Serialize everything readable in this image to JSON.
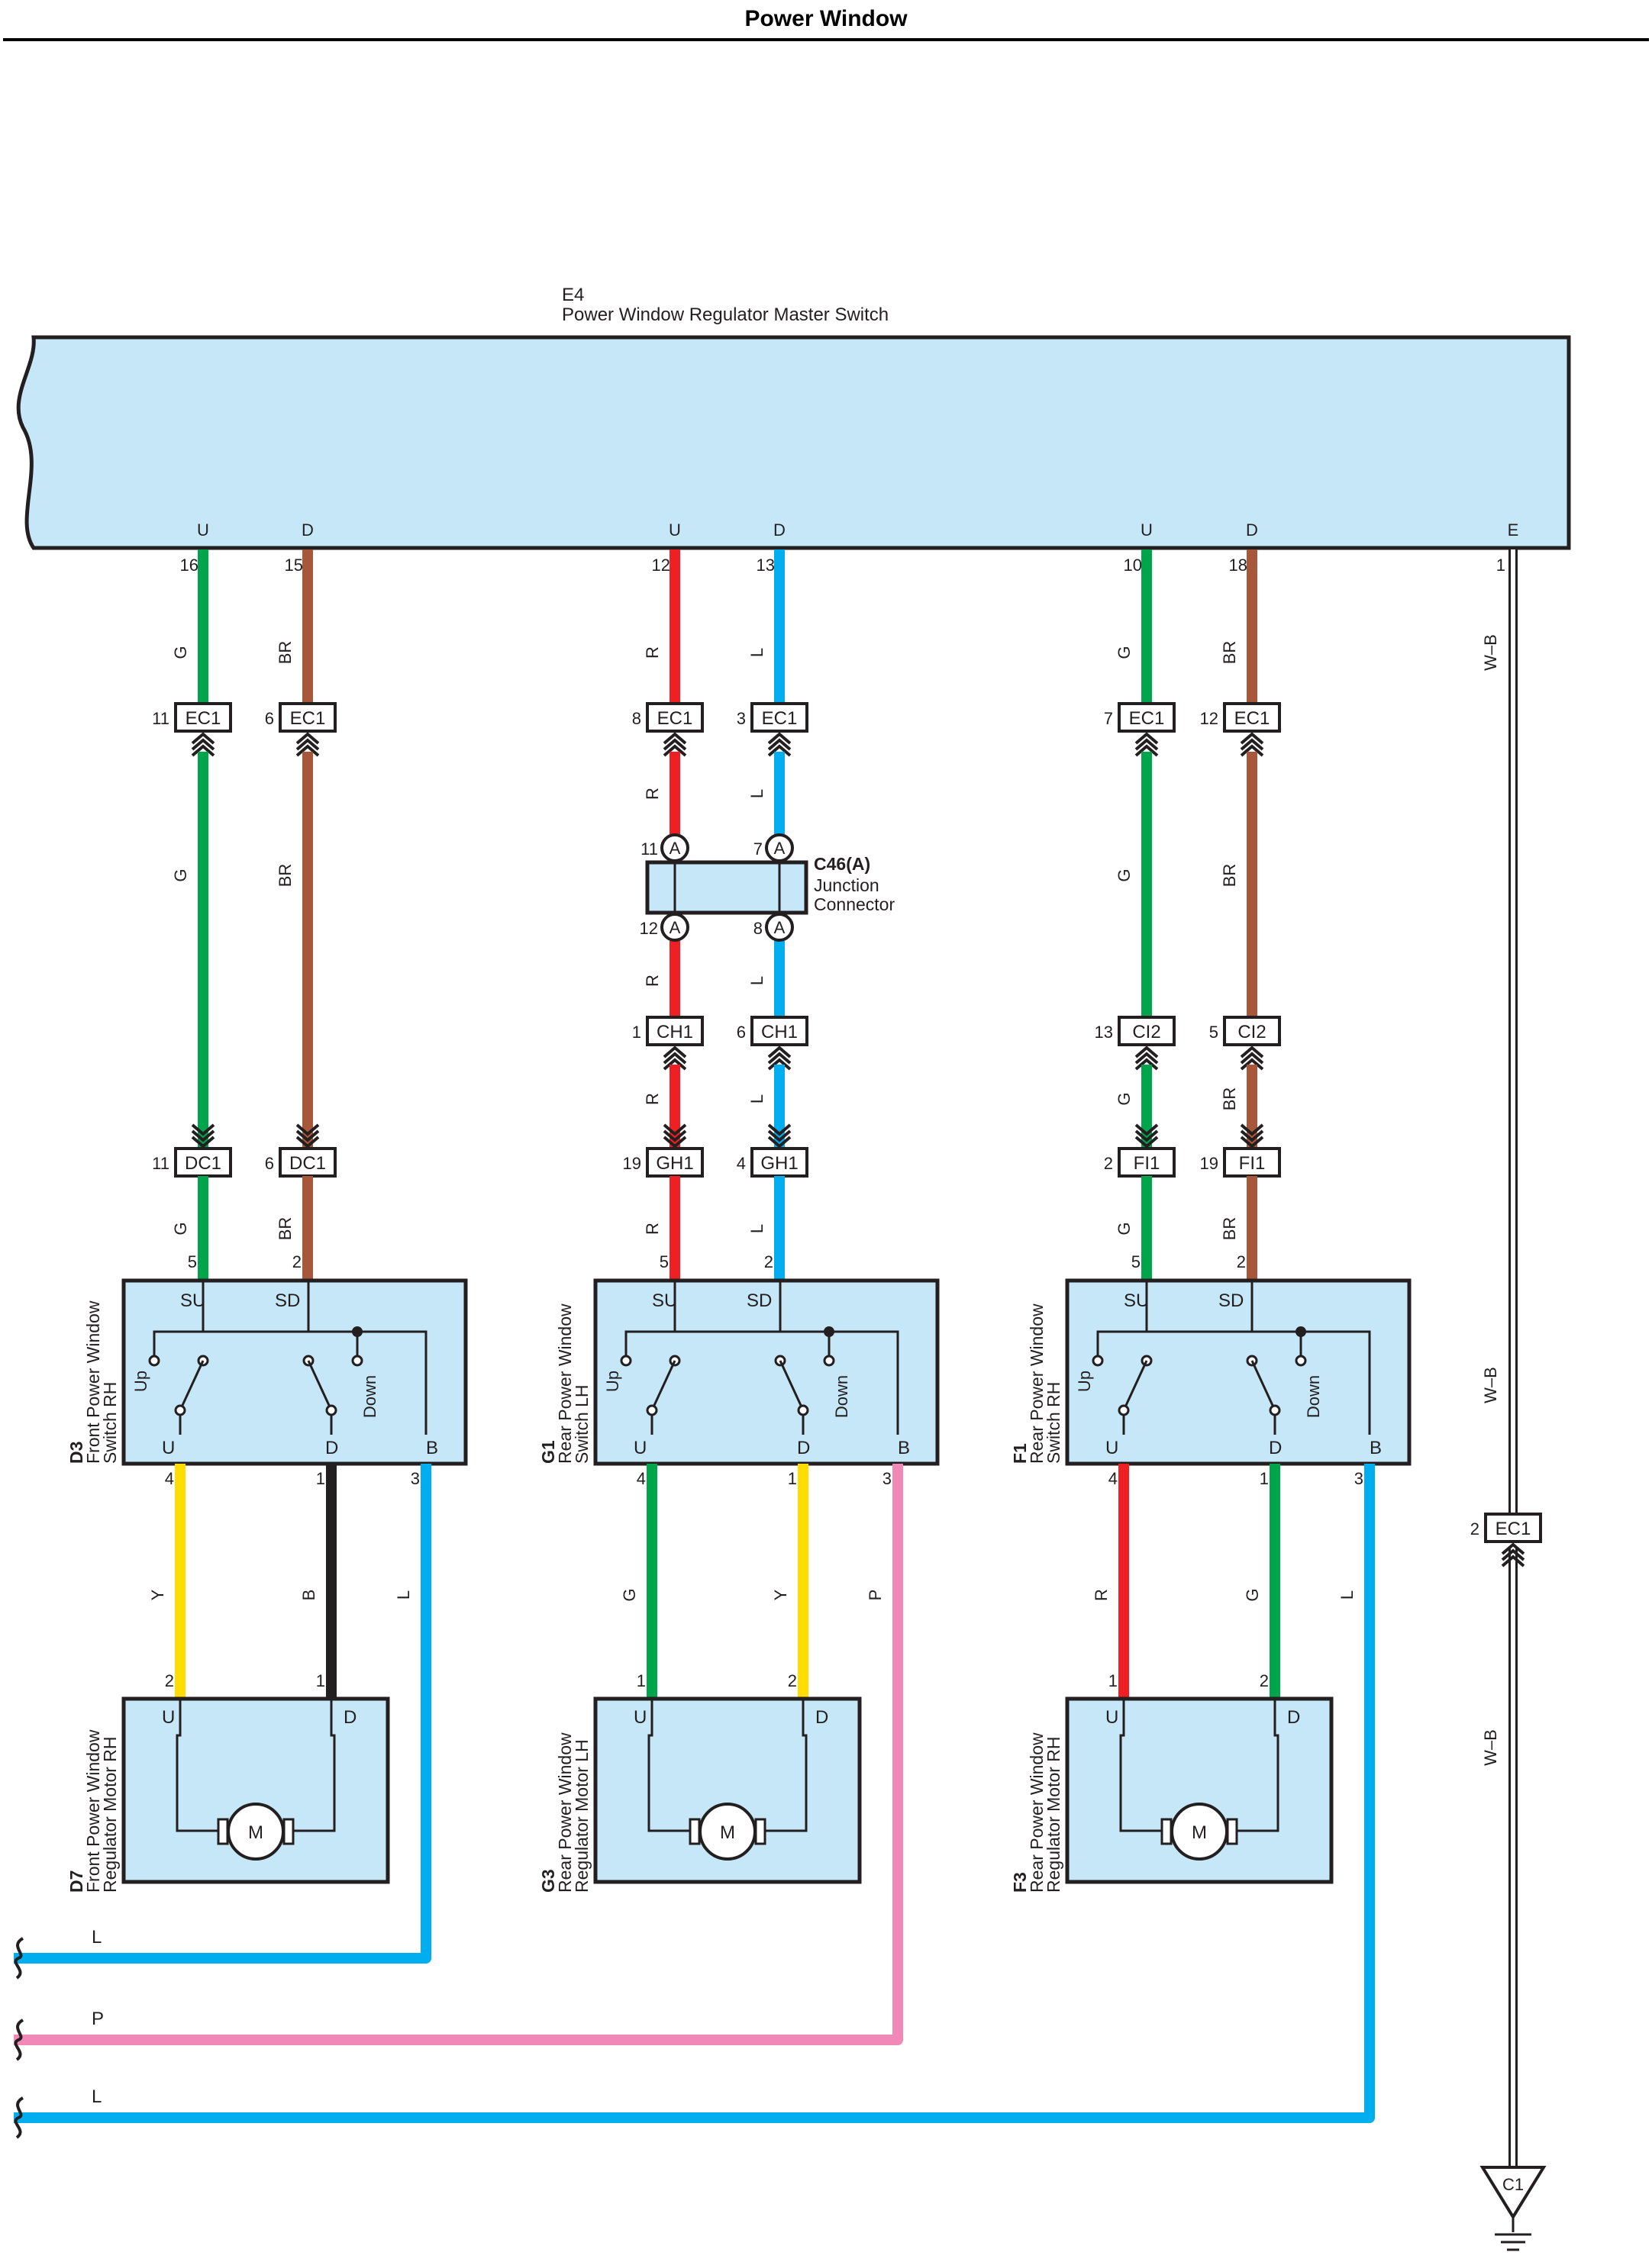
{
  "page": {
    "title": "Power Window"
  },
  "colors": {
    "G": "#00a44a",
    "BR": "#a8583a",
    "R": "#ee2024",
    "L": "#00aeef",
    "Y": "#ffdd00",
    "B": "#231f20",
    "P": "#f088b8",
    "WB": "#ffffff",
    "component_fill": "#c6e7f7",
    "outline": "#231f20"
  },
  "master": {
    "id": "E4",
    "name": "Power Window Regulator Master Switch",
    "pins": [
      "U",
      "D",
      "U",
      "D",
      "U",
      "D",
      "E"
    ]
  },
  "junction": {
    "id": "C46(A)",
    "name_line1": "Junction",
    "name_line2": "Connector",
    "pin_letter": "A"
  },
  "circuits": [
    {
      "key": "front_rh",
      "master_pins": [
        "16",
        "15"
      ],
      "master_wires": [
        "G",
        "BR"
      ],
      "wires_seg2": [
        "G",
        "BR"
      ],
      "wires_seg3": [
        "G",
        "BR"
      ],
      "wires_seg4": [
        "G",
        "BR"
      ],
      "conn1": [
        {
          "pin": "11",
          "id": "EC1"
        },
        {
          "pin": "6",
          "id": "EC1"
        }
      ],
      "junction_top_pins": null,
      "junction_bottom_pins": null,
      "conn2": null,
      "conn3": [
        {
          "pin": "11",
          "id": "DC1"
        },
        {
          "pin": "6",
          "id": "DC1"
        }
      ],
      "switch": {
        "id": "D3",
        "name_line1": "Front Power Window",
        "name_line2": "Switch RH",
        "top_pins": [
          "5",
          "2"
        ],
        "top_labels": [
          "SU",
          "SD"
        ],
        "bottom_labels": [
          "U",
          "D",
          "B"
        ],
        "bottom_pins": [
          "4",
          "1",
          "3"
        ],
        "up": "Up",
        "down": "Down"
      },
      "motor_wires": [
        "Y",
        "B"
      ],
      "ground_wire": "L",
      "motor": {
        "id": "D7",
        "name_line1": "Front Power Window",
        "name_line2": "Regulator Motor RH",
        "pins": [
          "2",
          "1"
        ],
        "labels": [
          "U",
          "D"
        ],
        "symbol": "M"
      }
    },
    {
      "key": "rear_lh",
      "master_pins": [
        "12",
        "13"
      ],
      "master_wires": [
        "R",
        "L"
      ],
      "wires_seg2": [
        "R",
        "L"
      ],
      "wires_seg3": [
        "R",
        "L"
      ],
      "wires_seg4": [
        "R",
        "L"
      ],
      "conn1": [
        {
          "pin": "8",
          "id": "EC1"
        },
        {
          "pin": "3",
          "id": "EC1"
        }
      ],
      "junction_top_pins": [
        "11",
        "7"
      ],
      "junction_bottom_pins": [
        "12",
        "8"
      ],
      "conn2": [
        {
          "pin": "1",
          "id": "CH1"
        },
        {
          "pin": "6",
          "id": "CH1"
        }
      ],
      "conn3": [
        {
          "pin": "19",
          "id": "GH1"
        },
        {
          "pin": "4",
          "id": "GH1"
        }
      ],
      "switch": {
        "id": "G1",
        "name_line1": "Rear Power Window",
        "name_line2": "Switch LH",
        "top_pins": [
          "5",
          "2"
        ],
        "top_labels": [
          "SU",
          "SD"
        ],
        "bottom_labels": [
          "U",
          "D",
          "B"
        ],
        "bottom_pins": [
          "4",
          "1",
          "3"
        ],
        "up": "Up",
        "down": "Down"
      },
      "motor_wires": [
        "G",
        "Y"
      ],
      "ground_wire": "P",
      "motor": {
        "id": "G3",
        "name_line1": "Rear Power Window",
        "name_line2": "Regulator Motor LH",
        "pins": [
          "1",
          "2"
        ],
        "labels": [
          "U",
          "D"
        ],
        "symbol": "M"
      }
    },
    {
      "key": "rear_rh",
      "master_pins": [
        "10",
        "18"
      ],
      "master_wires": [
        "G",
        "BR"
      ],
      "wires_seg2": [
        "G",
        "BR"
      ],
      "wires_seg3": [
        "G",
        "BR"
      ],
      "wires_seg4": [
        "G",
        "BR"
      ],
      "conn1": [
        {
          "pin": "7",
          "id": "EC1"
        },
        {
          "pin": "12",
          "id": "EC1"
        }
      ],
      "junction_top_pins": null,
      "junction_bottom_pins": null,
      "conn2": [
        {
          "pin": "13",
          "id": "CI2"
        },
        {
          "pin": "5",
          "id": "CI2"
        }
      ],
      "conn3": [
        {
          "pin": "2",
          "id": "FI1"
        },
        {
          "pin": "19",
          "id": "FI1"
        }
      ],
      "switch": {
        "id": "F1",
        "name_line1": "Rear Power Window",
        "name_line2": "Switch RH",
        "top_pins": [
          "5",
          "2"
        ],
        "top_labels": [
          "SU",
          "SD"
        ],
        "bottom_labels": [
          "U",
          "D",
          "B"
        ],
        "bottom_pins": [
          "4",
          "1",
          "3"
        ],
        "up": "Up",
        "down": "Down"
      },
      "motor_wires": [
        "R",
        "G"
      ],
      "ground_wire": "L",
      "motor": {
        "id": "F3",
        "name_line1": "Rear Power Window",
        "name_line2": "Regulator Motor RH",
        "pins": [
          "1",
          "2"
        ],
        "labels": [
          "U",
          "D"
        ],
        "symbol": "M"
      }
    }
  ],
  "ground": {
    "master_pin": "1",
    "wire": "W–B",
    "conn": {
      "pin": "2",
      "id": "EC1"
    },
    "point": "C1"
  }
}
